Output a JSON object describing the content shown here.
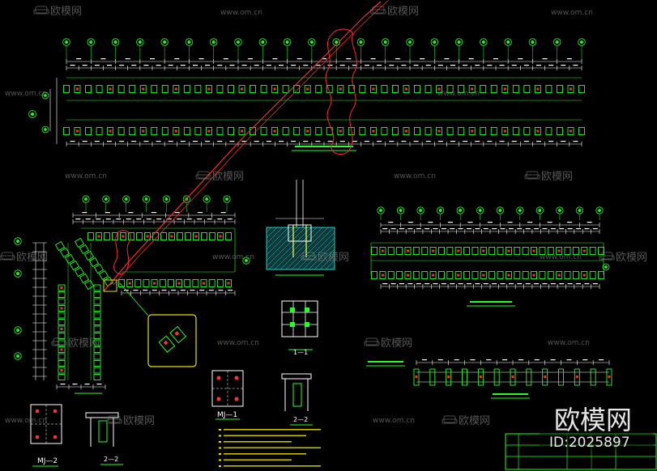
{
  "colors": {
    "background": "#000000",
    "linework": "#22ff22",
    "dimension": "#ffffff",
    "cut_line": "#ff2a2a",
    "detail_frame": "#e8e000",
    "hatch": "#2ac8c8",
    "watermark": "#7a7a7a"
  },
  "watermark": {
    "brand": "欧模网",
    "url": "www.om.cn",
    "logo_icon": "om-sofa-logo-icon"
  },
  "badge": {
    "brand": "欧模网",
    "id": "ID:2025897"
  },
  "labels": {
    "section_1_1": "1—1",
    "section_2_2_mid": "2—2",
    "section_2_2_left": "2—2",
    "mj1_center": "MJ—1",
    "mj2_left": "MJ—2"
  }
}
